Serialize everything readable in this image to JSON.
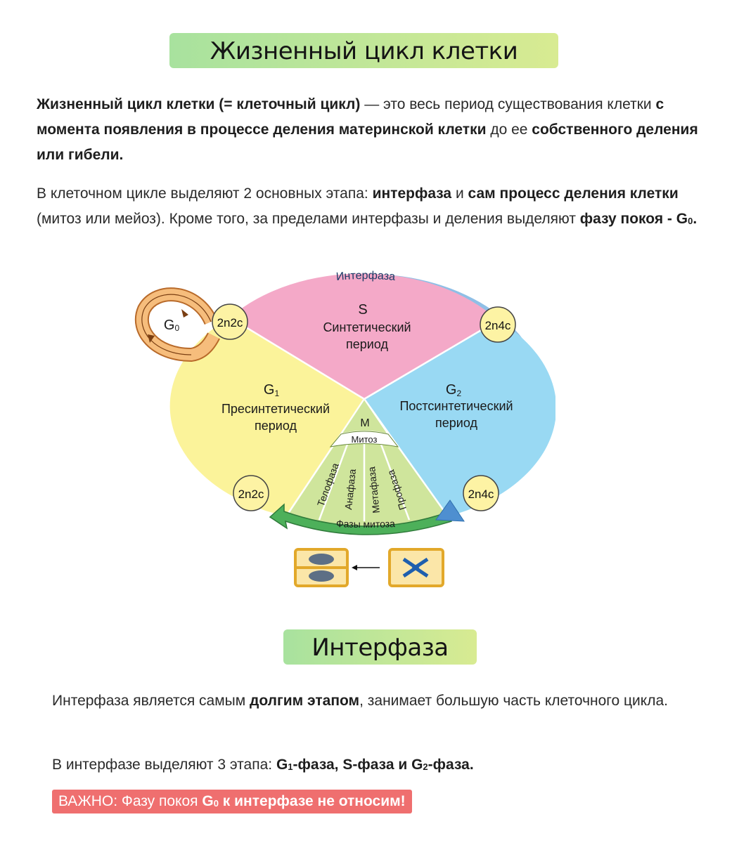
{
  "title": "Жизненный цикл клетки",
  "intro": {
    "b1": "Жизненный цикл клетки (= клеточный цикл)",
    "t1": " — это весь период существования клетки ",
    "b2": "с момента появления в процессе деления материнской клетки",
    "t2": " до ее ",
    "b3": "собственного деления или гибели."
  },
  "stages": {
    "t1": "В клеточном цикле выделяют 2 основных этапа: ",
    "b1": "интерфаза",
    "t2": " и ",
    "b2": "сам процесс деления клетки",
    "t3": " (митоз или мейоз). Кроме того, за пределами интерфазы и деления выделяют ",
    "b3": "фазу покоя - G",
    "b3sub": "0",
    "b3end": "."
  },
  "diagram": {
    "outer_label": "Интерфаза",
    "s_letter": "S",
    "s_name_1": "Синтетический",
    "s_name_2": "период",
    "g1_letter": "G",
    "g1_sub": "1",
    "g1_name_1": "Пресинтетический",
    "g1_name_2": "период",
    "g2_letter": "G",
    "g2_sub": "2",
    "g2_name_1": "Постсинтетический",
    "g2_name_2": "период",
    "m_letter": "M",
    "mitosis": "Митоз",
    "phases": [
      "Телофаза",
      "Анафаза",
      "Метафаза",
      "Профаза"
    ],
    "mitosis_phases_label": "Фазы митоза",
    "g0": "G",
    "g0_sub": "0",
    "circle_top_left": "2n2c",
    "circle_top_right": "2n4c",
    "circle_bottom_left": "2n2c",
    "circle_bottom_right": "2n4c",
    "colors": {
      "ring": "#8fbfe6",
      "s_sector": "#f4a9c8",
      "g1_sector": "#fbf39a",
      "g2_sector": "#99d9f3",
      "mitosis_fan": "#cfe59c",
      "g0_loop": "#f6bd7c",
      "arrow_green": "#4db05a",
      "circle_fill": "#fdf3a4"
    }
  },
  "interphase": {
    "title": "Интерфаза",
    "p1_t1": "Интерфаза является самым ",
    "p1_b1": "долгим этапом",
    "p1_t2": ", занимает большую часть клеточного цикла.",
    "p2_t1": "В интерфазе выделяют 3 этапа: ",
    "p2_b_g": "G",
    "p2_b_sub1": "1",
    "p2_b_mid": "-фаза, S-фаза и G",
    "p2_b_sub2": "2",
    "p2_b_end": "-фаза.",
    "warn_t1": "ВАЖНО: Фазу покоя ",
    "warn_b1": "G",
    "warn_bsub": "0",
    "warn_b2": " к интерфазе не относим!"
  }
}
